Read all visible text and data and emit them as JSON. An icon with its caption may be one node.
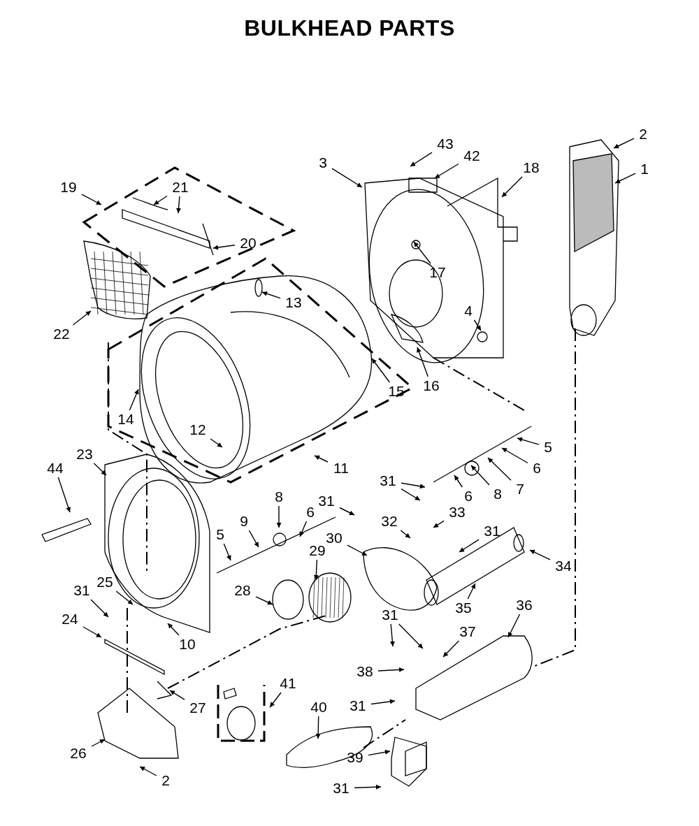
{
  "diagram": {
    "title": "BULKHEAD PARTS",
    "nodes": [
      {
        "text": [
          "1"
        ]
      },
      {
        "text": [
          "2"
        ]
      },
      {
        "text": [
          "3"
        ]
      },
      {
        "text": [
          "43"
        ]
      },
      {
        "text": [
          "42"
        ]
      },
      {
        "text": [
          "18"
        ]
      },
      {
        "text": [
          "19"
        ]
      },
      {
        "text": [
          "21"
        ]
      },
      {
        "text": [
          "20"
        ]
      },
      {
        "text": [
          "17"
        ]
      },
      {
        "text": [
          "13"
        ]
      },
      {
        "text": [
          "4"
        ]
      },
      {
        "text": [
          "22"
        ]
      },
      {
        "text": [
          "15"
        ]
      },
      {
        "text": [
          "16"
        ]
      },
      {
        "text": [
          "14"
        ]
      },
      {
        "text": [
          "12"
        ]
      },
      {
        "text": [
          "11"
        ]
      },
      {
        "text": [
          "5"
        ]
      },
      {
        "text": [
          "6"
        ]
      },
      {
        "text": [
          "7"
        ]
      },
      {
        "text": [
          "8"
        ]
      },
      {
        "text": [
          "6"
        ]
      },
      {
        "text": [
          "23"
        ]
      },
      {
        "text": [
          "44"
        ]
      },
      {
        "text": [
          "8"
        ]
      },
      {
        "text": [
          "6"
        ]
      },
      {
        "text": [
          "9"
        ]
      },
      {
        "text": [
          "5"
        ]
      },
      {
        "text": [
          "31"
        ]
      },
      {
        "text": [
          "31"
        ]
      },
      {
        "text": [
          "32"
        ]
      },
      {
        "text": [
          "33"
        ]
      },
      {
        "text": [
          "31"
        ]
      },
      {
        "text": [
          "34"
        ]
      },
      {
        "text": [
          "30"
        ]
      },
      {
        "text": [
          "29"
        ]
      },
      {
        "text": [
          "28"
        ]
      },
      {
        "text": [
          "31"
        ]
      },
      {
        "text": [
          "25"
        ]
      },
      {
        "text": [
          "24"
        ]
      },
      {
        "text": [
          "10"
        ]
      },
      {
        "text": [
          "35"
        ]
      },
      {
        "text": [
          "36"
        ]
      },
      {
        "text": [
          "31"
        ]
      },
      {
        "text": [
          "37"
        ]
      },
      {
        "text": [
          "38"
        ]
      },
      {
        "text": [
          "31"
        ]
      },
      {
        "text": [
          "41"
        ]
      },
      {
        "text": [
          "40"
        ]
      },
      {
        "text": [
          "27"
        ]
      },
      {
        "text": [
          "26"
        ]
      },
      {
        "text": [
          "2"
        ]
      },
      {
        "text": [
          "39"
        ]
      },
      {
        "text": [
          "31"
        ]
      }
    ],
    "edges": [
      {
        "from": 0,
        "to": null,
        "arrow": "to"
      },
      {
        "from": 1,
        "to": null,
        "arrow": "to"
      },
      {
        "from": 2,
        "to": null,
        "arrow": "to"
      },
      {
        "from": 3,
        "to": null,
        "arrow": "to"
      },
      {
        "from": 4,
        "to": null,
        "arrow": "to"
      },
      {
        "from": 5,
        "to": null,
        "arrow": "to"
      },
      {
        "from": 6,
        "to": null,
        "arrow": "to"
      },
      {
        "from": 7,
        "to": null,
        "arrow": "to"
      },
      {
        "from": 7,
        "to": null,
        "arrow": "to"
      },
      {
        "from": 8,
        "to": null,
        "arrow": "to"
      },
      {
        "from": 9,
        "to": null,
        "arrow": "to"
      },
      {
        "from": 10,
        "to": null,
        "arrow": "to"
      },
      {
        "from": 11,
        "to": null,
        "arrow": "to"
      },
      {
        "from": 12,
        "to": null,
        "arrow": "to"
      },
      {
        "from": 13,
        "to": null,
        "arrow": "to"
      },
      {
        "from": 14,
        "to": null,
        "arrow": "to"
      },
      {
        "from": 15,
        "to": null,
        "arrow": "to"
      },
      {
        "from": 16,
        "to": null,
        "arrow": "to"
      },
      {
        "from": 17,
        "to": null,
        "arrow": "to"
      },
      {
        "from": 18,
        "to": null,
        "arrow": "to"
      },
      {
        "from": 19,
        "to": null,
        "arrow": "to"
      },
      {
        "from": 20,
        "to": null,
        "arrow": "to"
      },
      {
        "from": 21,
        "to": null,
        "arrow": "to"
      },
      {
        "from": 22,
        "to": null,
        "arrow": "to"
      },
      {
        "from": 23,
        "to": null,
        "arrow": "to"
      },
      {
        "from": 24,
        "to": null,
        "arrow": "to"
      },
      {
        "from": 25,
        "to": null,
        "arrow": "to"
      },
      {
        "from": 26,
        "to": null,
        "arrow": "to"
      },
      {
        "from": 27,
        "to": null,
        "arrow": "to"
      },
      {
        "from": 28,
        "to": null,
        "arrow": "to"
      },
      {
        "from": 29,
        "to": null,
        "arrow": "to"
      },
      {
        "from": 29,
        "to": null,
        "arrow": "to"
      },
      {
        "from": 30,
        "to": null,
        "arrow": "to"
      },
      {
        "from": 31,
        "to": null,
        "arrow": "to"
      },
      {
        "from": 32,
        "to": null,
        "arrow": "to"
      },
      {
        "from": 33,
        "to": null,
        "arrow": "to"
      },
      {
        "from": 34,
        "to": null,
        "arrow": "to"
      },
      {
        "from": 35,
        "to": null,
        "arrow": "to"
      },
      {
        "from": 36,
        "to": null,
        "arrow": "to"
      },
      {
        "from": 37,
        "to": null,
        "arrow": "to"
      },
      {
        "from": 38,
        "to": null,
        "arrow": "to"
      },
      {
        "from": 39,
        "to": null,
        "arrow": "to"
      },
      {
        "from": 40,
        "to": null,
        "arrow": "to"
      },
      {
        "from": 41,
        "to": null,
        "arrow": "to"
      },
      {
        "from": 42,
        "to": null,
        "arrow": "to"
      },
      {
        "from": 43,
        "to": null,
        "arrow": "to"
      },
      {
        "from": 44,
        "to": null,
        "arrow": "to"
      },
      {
        "from": 44,
        "to": null,
        "arrow": "to"
      },
      {
        "from": 45,
        "to": null,
        "arrow": "to"
      },
      {
        "from": 46,
        "to": null,
        "arrow": "to"
      },
      {
        "from": 47,
        "to": null,
        "arrow": "to"
      },
      {
        "from": 48,
        "to": null,
        "arrow": "to"
      },
      {
        "from": 49,
        "to": null,
        "arrow": "to"
      },
      {
        "from": 50,
        "to": null,
        "arrow": "to"
      },
      {
        "from": 51,
        "to": null,
        "arrow": "to"
      },
      {
        "from": 52,
        "to": null,
        "arrow": "to"
      },
      {
        "from": 53,
        "to": null,
        "arrow": "to"
      },
      {
        "from": 54,
        "to": null,
        "arrow": "to"
      }
    ]
  }
}
